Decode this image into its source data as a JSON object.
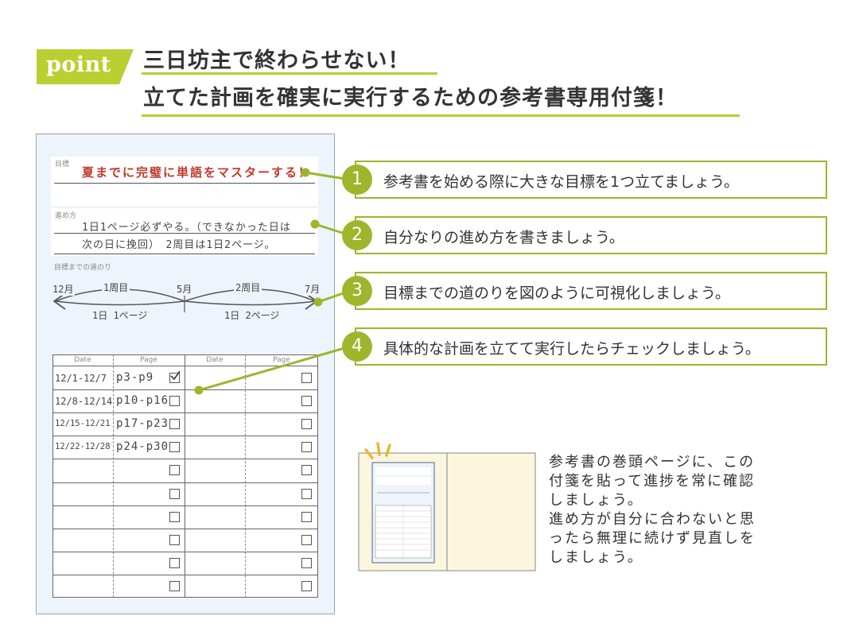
{
  "header": {
    "badge": "point",
    "line1": "三日坊主で終わらせない！",
    "line2": "立てた計画を確実に実行するための参考書専用付箋！"
  },
  "note": {
    "goal_label": "目標",
    "goal_text": "夏までに完璧に単語をマスターする！",
    "method_label": "進め方",
    "method_line1": "1日1ページ必ずやる。（できなかった日は",
    "method_line2": "次の日に挽回）　2周目は1日2ページ。",
    "road_label": "目標までの道のり",
    "road": {
      "start": "12月",
      "mid": "5月",
      "end": "7月",
      "phase1": "1周目",
      "phase2": "2周目",
      "pace1": "1日 1ページ",
      "pace2": "1日 2ページ"
    },
    "table": {
      "headers": [
        "Date",
        "Page",
        "Date",
        "Page"
      ],
      "rows": [
        {
          "date": "12/1-12/7",
          "page": "p3-p9",
          "checked": true
        },
        {
          "date": "12/8-12/14",
          "page": "p10-p16",
          "checked": false
        },
        {
          "date": "12/15-12/21",
          "page": "p17-p23",
          "checked": false
        },
        {
          "date": "12/22-12/28",
          "page": "p24-p30",
          "checked": false
        },
        {
          "date": "",
          "page": "",
          "checked": false
        },
        {
          "date": "",
          "page": "",
          "checked": false
        },
        {
          "date": "",
          "page": "",
          "checked": false
        },
        {
          "date": "",
          "page": "",
          "checked": false
        },
        {
          "date": "",
          "page": "",
          "checked": false
        },
        {
          "date": "",
          "page": "",
          "checked": false
        }
      ]
    }
  },
  "callouts": [
    {
      "num": "1",
      "text": "参考書を始める際に大きな目標を1つ立てましょう。"
    },
    {
      "num": "2",
      "text": "自分なりの進め方を書きましょう。"
    },
    {
      "num": "3",
      "text": "目標までの道のりを図のように可視化しましょう。"
    },
    {
      "num": "4",
      "text": "具体的な計画を立てて実行したらチェックしましょう。"
    }
  ],
  "description": [
    "参考書の巻頭ページに、この",
    "付箋を貼って進捗を常に確認",
    "しましょう。",
    "進め方が自分に合わないと思",
    "ったら無理に続けず見直しを",
    "しましょう。"
  ],
  "colors": {
    "accent": "#9fb52b",
    "goal_red": "#c0392b",
    "note_bg": "#eef4fb",
    "book_bg": "#fcf6df"
  }
}
